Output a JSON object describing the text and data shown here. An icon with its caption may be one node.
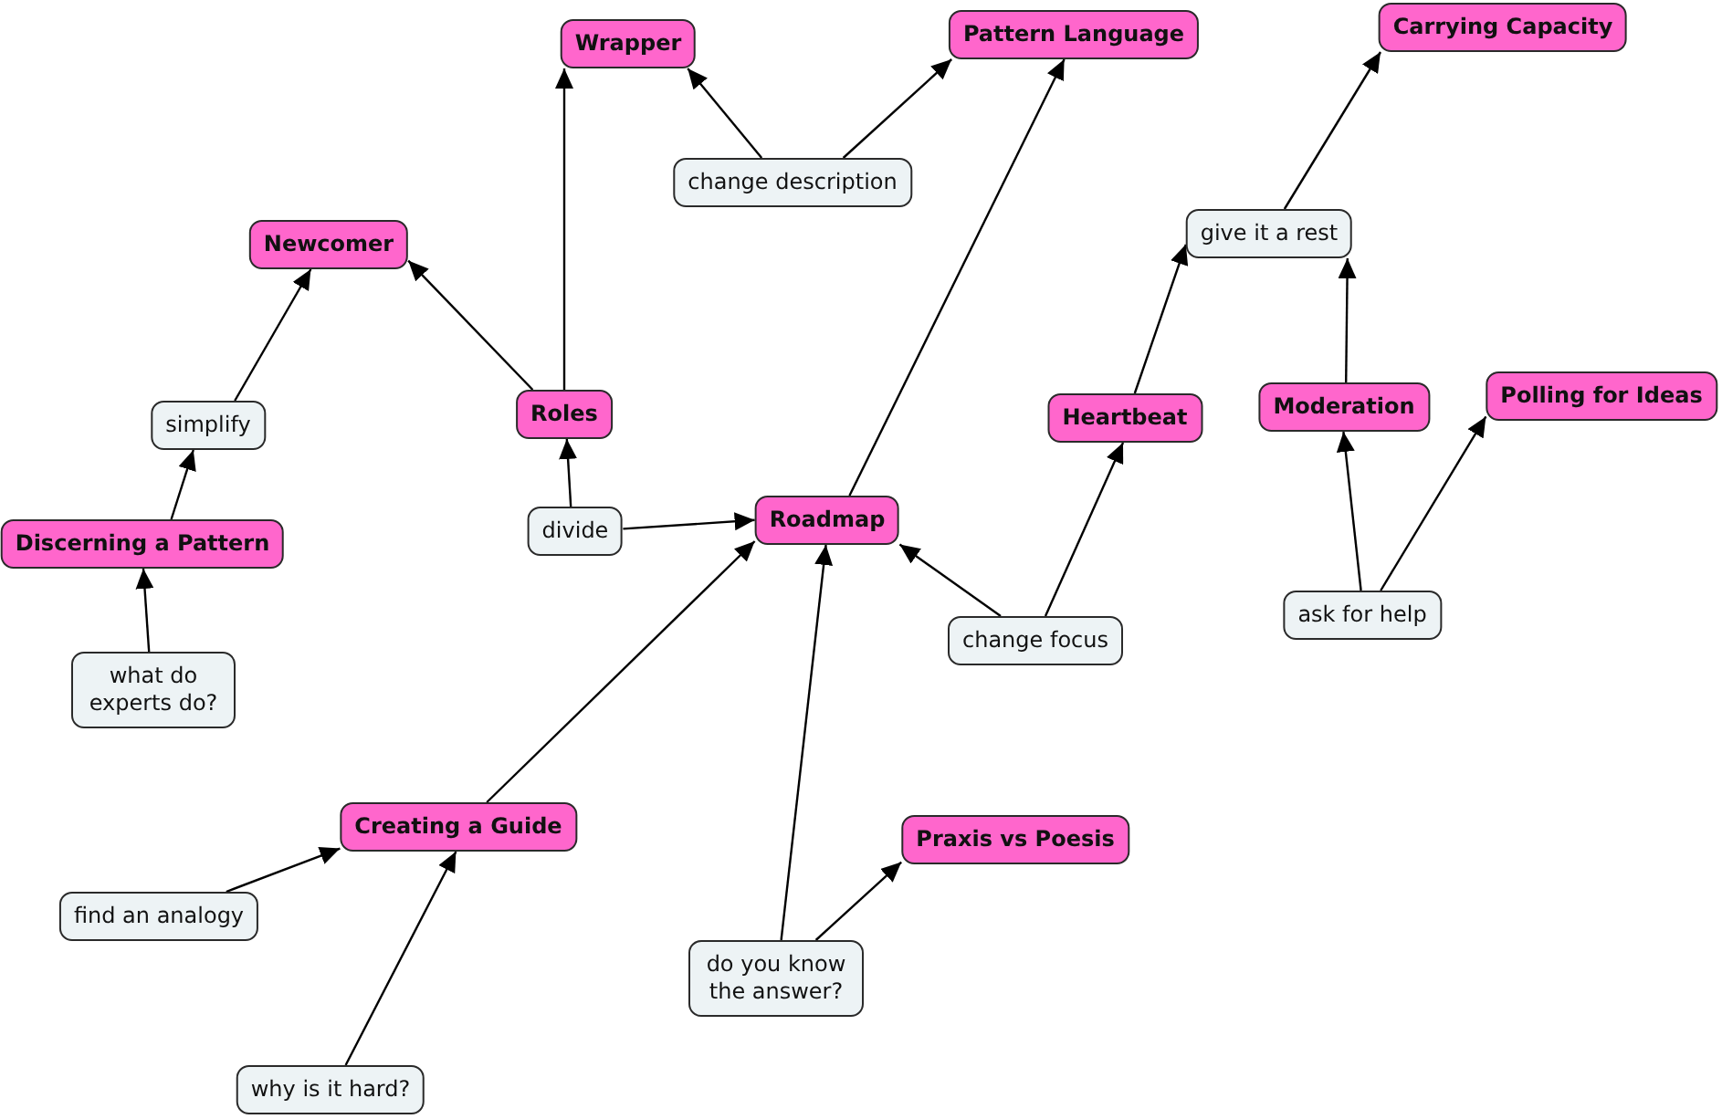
{
  "diagram": {
    "nodes": [
      {
        "text": [
          "Wrapper"
        ]
      },
      {
        "text": [
          "Pattern Language"
        ]
      },
      {
        "text": [
          "Carrying Capacity"
        ]
      },
      {
        "text": [
          "change description"
        ]
      },
      {
        "text": [
          "Newcomer"
        ]
      },
      {
        "text": [
          "give it a rest"
        ]
      },
      {
        "text": [
          "simplify"
        ]
      },
      {
        "text": [
          "Roles"
        ]
      },
      {
        "text": [
          "Heartbeat"
        ]
      },
      {
        "text": [
          "Moderation"
        ]
      },
      {
        "text": [
          "Polling for Ideas"
        ]
      },
      {
        "text": [
          "divide"
        ]
      },
      {
        "text": [
          "Roadmap"
        ]
      },
      {
        "text": [
          "Discerning a Pattern"
        ]
      },
      {
        "text": [
          "change focus"
        ]
      },
      {
        "text": [
          "ask for help"
        ]
      },
      {
        "text": [
          "what do experts do?"
        ]
      },
      {
        "text": [
          "Creating a Guide"
        ]
      },
      {
        "text": [
          "Praxis vs Poesis"
        ]
      },
      {
        "text": [
          "find an analogy"
        ]
      },
      {
        "text": [
          "do you know the answer?"
        ]
      },
      {
        "text": [
          "why is it hard?"
        ]
      }
    ],
    "edges": [
      {
        "from": 3,
        "to": 0,
        "arrow": "to"
      },
      {
        "from": 3,
        "to": 1,
        "arrow": "to"
      },
      {
        "from": 7,
        "to": 0,
        "arrow": "to"
      },
      {
        "from": 7,
        "to": 4,
        "arrow": "to"
      },
      {
        "from": 11,
        "to": 7,
        "arrow": "to"
      },
      {
        "from": 11,
        "to": 12,
        "arrow": "to"
      },
      {
        "from": 6,
        "to": 4,
        "arrow": "to"
      },
      {
        "from": 13,
        "to": 6,
        "arrow": "to"
      },
      {
        "from": 16,
        "to": 13,
        "arrow": "to"
      },
      {
        "from": 12,
        "to": 1,
        "arrow": "to"
      },
      {
        "from": 17,
        "to": 12,
        "arrow": "to"
      },
      {
        "from": 19,
        "to": 17,
        "arrow": "to"
      },
      {
        "from": 21,
        "to": 17,
        "arrow": "to"
      },
      {
        "from": 20,
        "to": 12,
        "arrow": "to"
      },
      {
        "from": 20,
        "to": 18,
        "arrow": "to"
      },
      {
        "from": 14,
        "to": 12,
        "arrow": "to"
      },
      {
        "from": 14,
        "to": 8,
        "arrow": "to"
      },
      {
        "from": 8,
        "to": 5,
        "arrow": "to"
      },
      {
        "from": 5,
        "to": 2,
        "arrow": "to"
      },
      {
        "from": 9,
        "to": 5,
        "arrow": "to"
      },
      {
        "from": 15,
        "to": 9,
        "arrow": "to"
      },
      {
        "from": 15,
        "to": 10,
        "arrow": "to"
      }
    ]
  }
}
